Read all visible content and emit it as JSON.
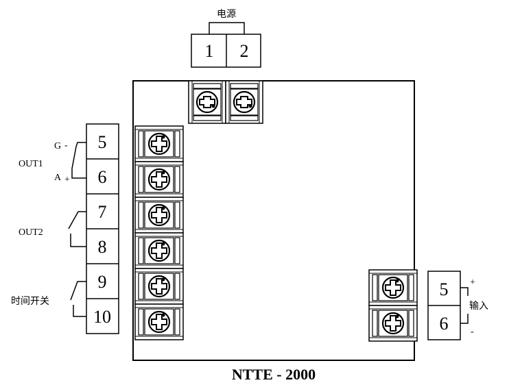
{
  "power": {
    "label": "电源",
    "terminals": [
      "1",
      "2"
    ]
  },
  "left_terminals": {
    "numbers": [
      "5",
      "6",
      "7",
      "8",
      "9",
      "10"
    ],
    "out1": {
      "label": "OUT1",
      "g_label": "G",
      "g_sign": "-",
      "a_label": "A",
      "a_sign": "+"
    },
    "out2": {
      "label": "OUT2"
    },
    "time_switch": {
      "label": "时间开关"
    }
  },
  "input": {
    "label": "输入",
    "terminals": [
      "5",
      "6"
    ],
    "plus": "+",
    "minus": "-"
  },
  "model": "NTTE - 2000"
}
